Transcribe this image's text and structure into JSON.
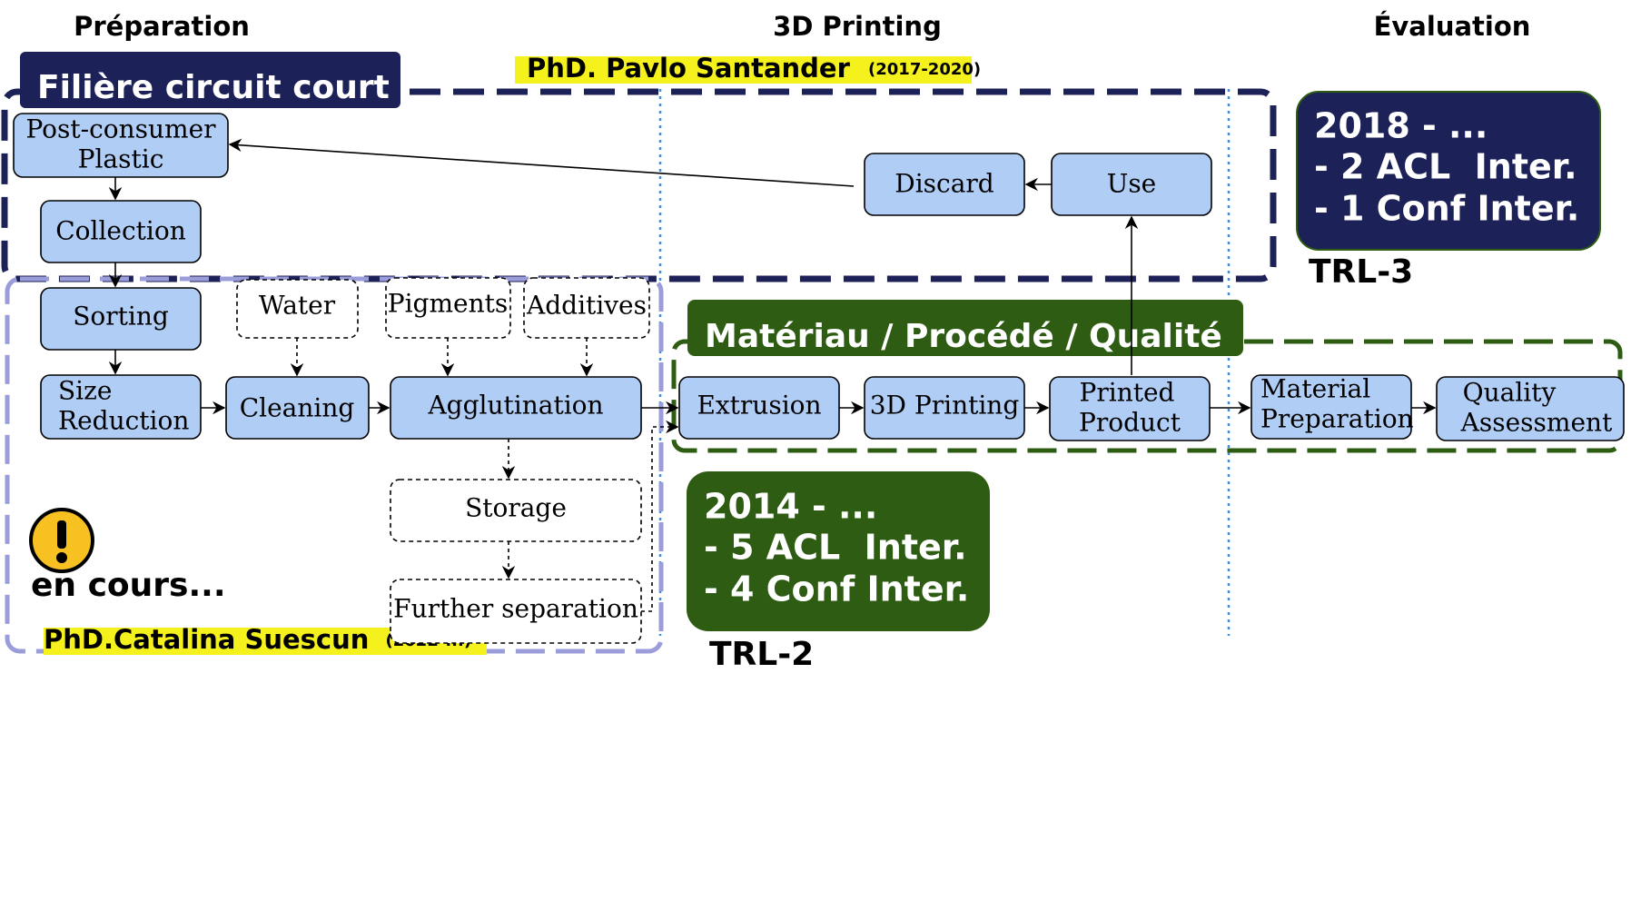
{
  "headers": {
    "preparation": "Préparation",
    "printing": "3D Printing",
    "evaluation": "Évaluation"
  },
  "filiere_label": "Filière circuit court",
  "pavlo": {
    "name": "PhD. Pavlo Santander",
    "years": "(2017-2020)"
  },
  "catalina": {
    "name": "PhD.Catalina Suescun",
    "years": "(2022-...)"
  },
  "nodes": {
    "post_consumer": [
      "Post-consumer",
      "Plastic"
    ],
    "collection": "Collection",
    "sorting": "Sorting",
    "size_reduction": [
      "Size",
      "Reduction"
    ],
    "cleaning": "Cleaning",
    "agglutination": "Agglutination",
    "water": "Water",
    "pigments": "Pigments",
    "additives": "Additives",
    "storage": "Storage",
    "further_separation": "Further separation",
    "extrusion": "Extrusion",
    "printing": "3D Printing",
    "printed_product": [
      "Printed",
      "Product"
    ],
    "material_preparation": [
      "Material",
      "Preparation"
    ],
    "quality_assessment": [
      "Quality",
      "Assessment"
    ],
    "discard": "Discard",
    "use": "Use"
  },
  "materiau_label": "Matériau / Procédé / Qualité",
  "box_2018": {
    "lines": [
      "2018 - ...",
      "- 2 ACL  Inter.",
      "- 1 Conf Inter."
    ],
    "trl": "TRL-3"
  },
  "box_2014": {
    "lines": [
      "2014 - ...",
      "- 5 ACL  Inter.",
      "- 4 Conf Inter."
    ],
    "trl": "TRL-2"
  },
  "warning": {
    "icon": "warning-icon",
    "text": "en cours..."
  },
  "colors": {
    "node_fill": "#b0cdf6",
    "navy": "#1c2157",
    "green": "#2d5c12",
    "lavender": "#9a9dda",
    "highlight": "#f5f11c",
    "blue_dotted": "#3c8ee0",
    "warning_fill": "#f7c122"
  }
}
